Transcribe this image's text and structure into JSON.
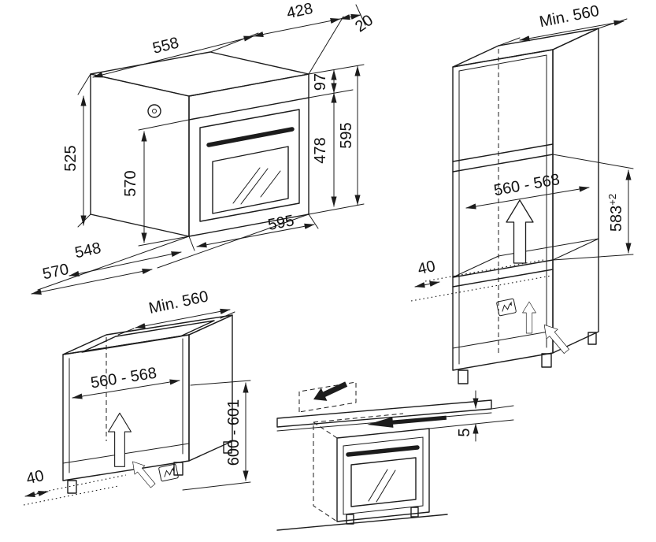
{
  "colors": {
    "line": "#1c1c1c",
    "background": "#ffffff"
  },
  "oven_view": {
    "top_depth": "558",
    "upper_depth": "428",
    "door_gap": "20",
    "panel_height": "97",
    "door_height": "478",
    "total_height": "595",
    "casing_height": "525",
    "inner_height": "570",
    "casing_depth": "548",
    "outer_depth": "570",
    "front_width": "595"
  },
  "tall_cabinet_view": {
    "min_depth": "Min. 560",
    "niche_width": "560 - 568",
    "niche_height": "583",
    "niche_height_tolerance": "+2",
    "vent_clearance": "40"
  },
  "base_cabinet_view": {
    "min_depth": "Min. 560",
    "niche_width": "560 - 568",
    "niche_height": "600 - 601",
    "vent_clearance": "40"
  },
  "worktop_view": {
    "clearance_gap": "5"
  }
}
